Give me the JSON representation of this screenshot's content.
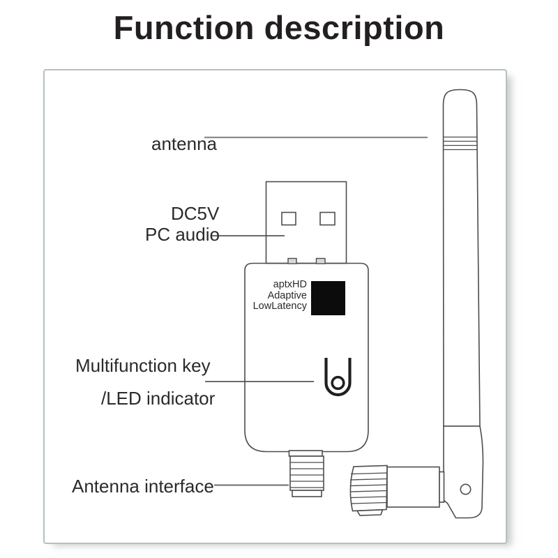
{
  "title": "Function description",
  "labels": {
    "antenna": "antenna",
    "power_line1": "DC5V",
    "power_line2": "PC audio",
    "key_line1": "Multifunction key",
    "key_line2": "/LED indicator",
    "antenna_interface": "Antenna interface"
  },
  "device": {
    "codec_lines": [
      "aptxHD",
      "Adaptive",
      "LowLatency"
    ]
  },
  "icons": {
    "multifunction_key_icon": "u-shaped-button-with-led-dot",
    "codec_badge_square": "filled-black-square"
  },
  "colors": {
    "page_background": "#ffffff",
    "title_text": "#231f20",
    "label_text": "#2b2a29",
    "line_art": "#4c4c4e",
    "leader_line": "#6b6b6b",
    "card_border": "#b5c0bf",
    "codec_square": "#0c0c0c"
  }
}
